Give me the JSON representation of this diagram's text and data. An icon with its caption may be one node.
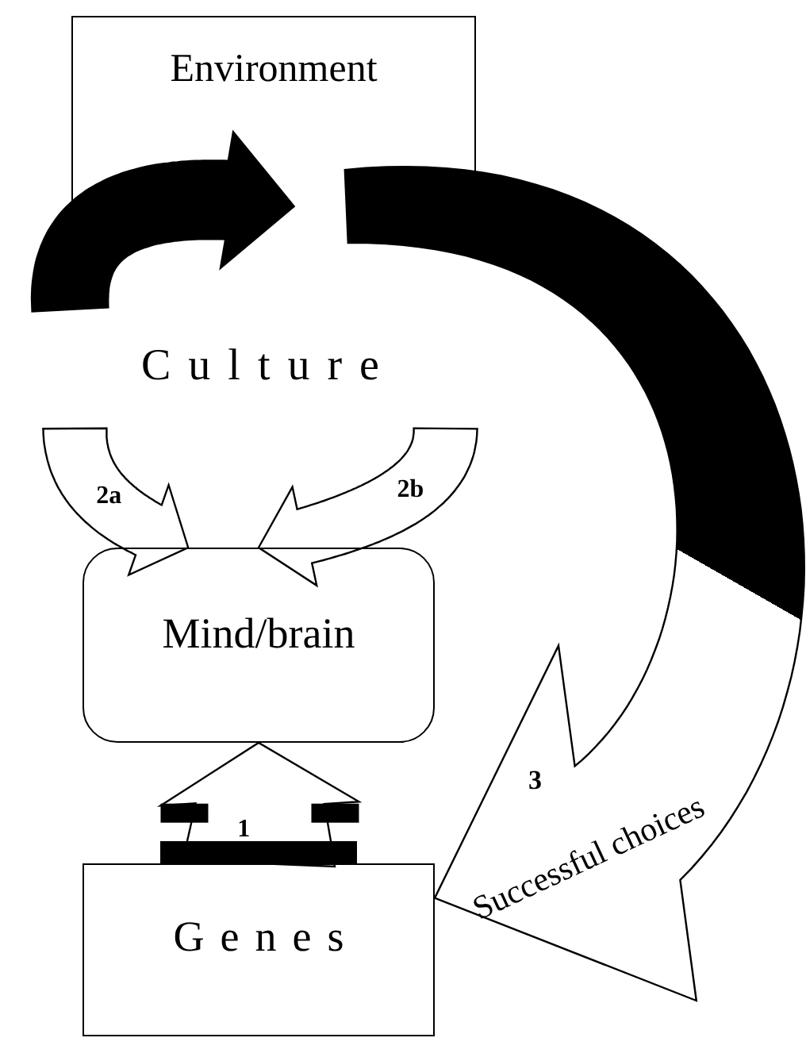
{
  "diagram": {
    "nodes": [
      {
        "text": [
          "Environment"
        ]
      },
      {
        "text": [
          "Culture"
        ]
      },
      {
        "text": [
          "Mind/brain"
        ]
      },
      {
        "text": [
          "Genes"
        ]
      }
    ],
    "edges": [
      {
        "from": 3,
        "to": 2,
        "arrow": "to",
        "label": "1"
      },
      {
        "from": 1,
        "to": 2,
        "arrow": "to",
        "label": "2a"
      },
      {
        "from": 1,
        "to": 2,
        "arrow": "to",
        "label": "2b"
      },
      {
        "from": 1,
        "to": 0,
        "arrow": "to"
      },
      {
        "from": 0,
        "to": 3,
        "arrow": "to"
      }
    ],
    "labels": [
      "3",
      "Successful choices"
    ]
  }
}
